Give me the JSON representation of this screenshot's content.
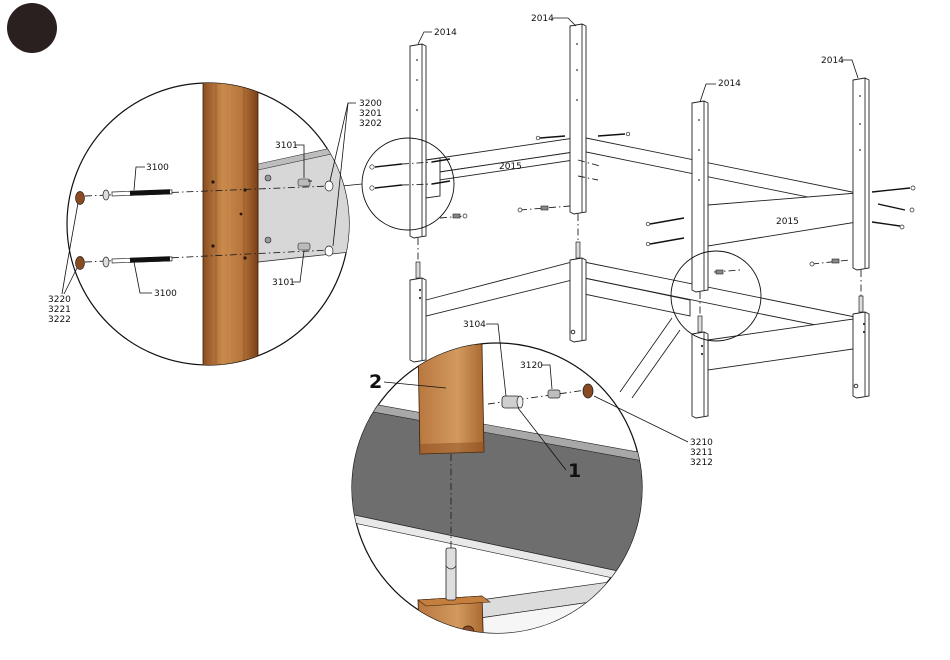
{
  "step_marker": "",
  "labels": {
    "post_a": "2014",
    "post_b": "2014",
    "post_c": "2014",
    "post_d": "2014",
    "rail_back": "2015",
    "rail_right": "2015",
    "bolt_top": "3100",
    "bolt_bottom": "3100",
    "barrel_nut_top": "3101",
    "barrel_nut_bottom": "3101",
    "washer_set": [
      "3200",
      "3201",
      "3202"
    ],
    "cap_set_left": [
      "3220",
      "3221",
      "3222"
    ],
    "dowel": "3104",
    "connector": "3120",
    "cap_set_right": [
      "3210",
      "3211",
      "3212"
    ],
    "callout_1": "1",
    "callout_2": "2"
  },
  "colors": {
    "wood_light": "#c98a4c",
    "wood_dark": "#8a4c1e",
    "rail_grey": "#6b6b6b",
    "cap_brown": "#8a4a22",
    "marker": "#2a2020"
  }
}
